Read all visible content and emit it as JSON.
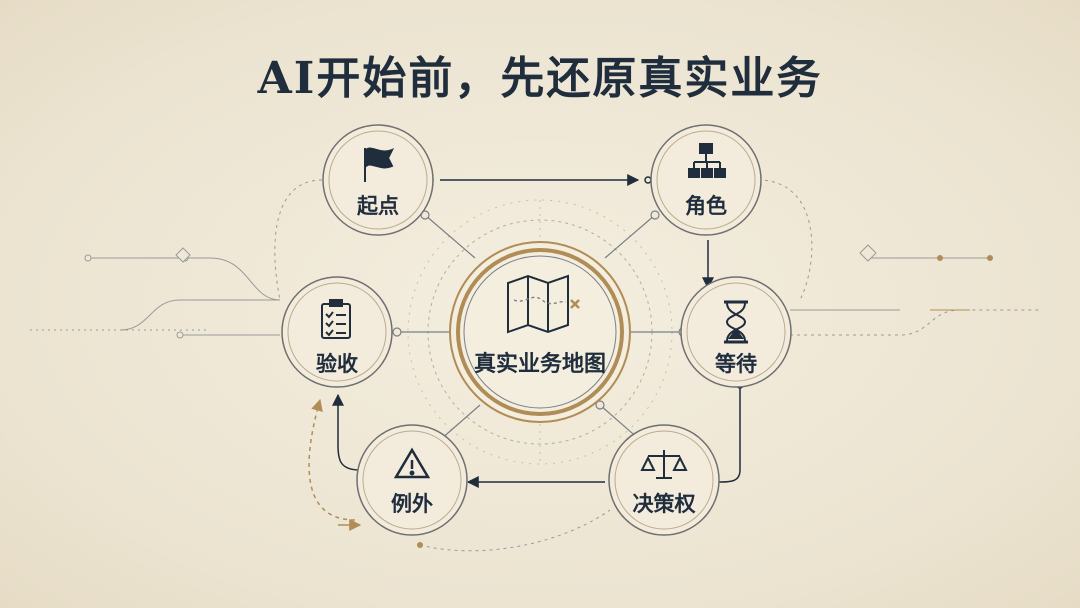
{
  "title": "AI开始前，先还原真实业务",
  "center": {
    "label": "真实业务地图",
    "icon": "map-icon"
  },
  "nodes": [
    {
      "id": "start",
      "label": "起点",
      "icon": "flag-icon"
    },
    {
      "id": "roles",
      "label": "角色",
      "icon": "org-chart-icon"
    },
    {
      "id": "wait",
      "label": "等待",
      "icon": "hourglass-icon"
    },
    {
      "id": "decision",
      "label": "决策权",
      "icon": "scales-icon"
    },
    {
      "id": "exception",
      "label": "例外",
      "icon": "warning-icon"
    },
    {
      "id": "accept",
      "label": "验收",
      "icon": "clipboard-checklist-icon"
    }
  ],
  "colors": {
    "ink": "#1f2d3d",
    "gold": "#b08d57",
    "line": "#7a7f86",
    "bg": "#efe8d7"
  }
}
